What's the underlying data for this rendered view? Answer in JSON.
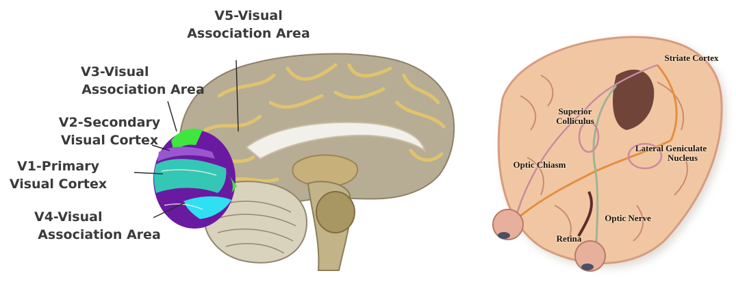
{
  "sagittal_labels": {
    "v5": [
      "V5-Visual",
      "Association Area"
    ],
    "v3": [
      "V3-Visual",
      "Association Area"
    ],
    "v2": [
      "V2-Secondary",
      "Visual Cortex"
    ],
    "v1": [
      "V1-Primary",
      "Visual Cortex"
    ],
    "v4": [
      "V4-Visual",
      "Association Area"
    ]
  },
  "pathway_labels": {
    "striate_cortex": "Striate Cortex",
    "superior_colliculus": [
      "Superior",
      "Colliculus"
    ],
    "lateral_geniculate": [
      "Lateral Geniculate",
      "Nucleus"
    ],
    "optic_chiasm": "Optic Chiasm",
    "optic_nerve": "Optic Nerve",
    "retina": "Retina"
  },
  "colors": {
    "label_text": "#3a3a3a",
    "cortex": "#b7ad95",
    "gyri": "#e0c36d",
    "brainstem": "#c2b488",
    "cerebellum": "#d9d2bd",
    "v1_cyan": "#35c7b6",
    "v2_purple": "#6a1aa0",
    "v3_green": "#3ee63e",
    "v4_blue": "#2fe0f2",
    "slice_tissue": "#f1c7a3",
    "slice_edge": "#d79c80",
    "optic_tract_orange": "#e58d3f",
    "optic_tract_green": "#9fb394",
    "eyeball": "#e7b09c"
  }
}
